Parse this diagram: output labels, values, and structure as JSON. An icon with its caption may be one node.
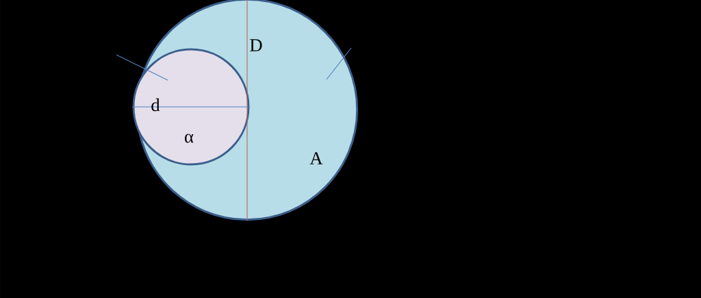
{
  "diagram": {
    "nodes": [
      {
        "text": [
          "D",
          "A"
        ]
      },
      {
        "text": [
          "d",
          "α"
        ],
        "in": 0
      }
    ],
    "edges": [
      {
        "from": null,
        "to": 1,
        "arrow": "none"
      },
      {
        "from": null,
        "to": 0,
        "arrow": "none"
      }
    ]
  }
}
